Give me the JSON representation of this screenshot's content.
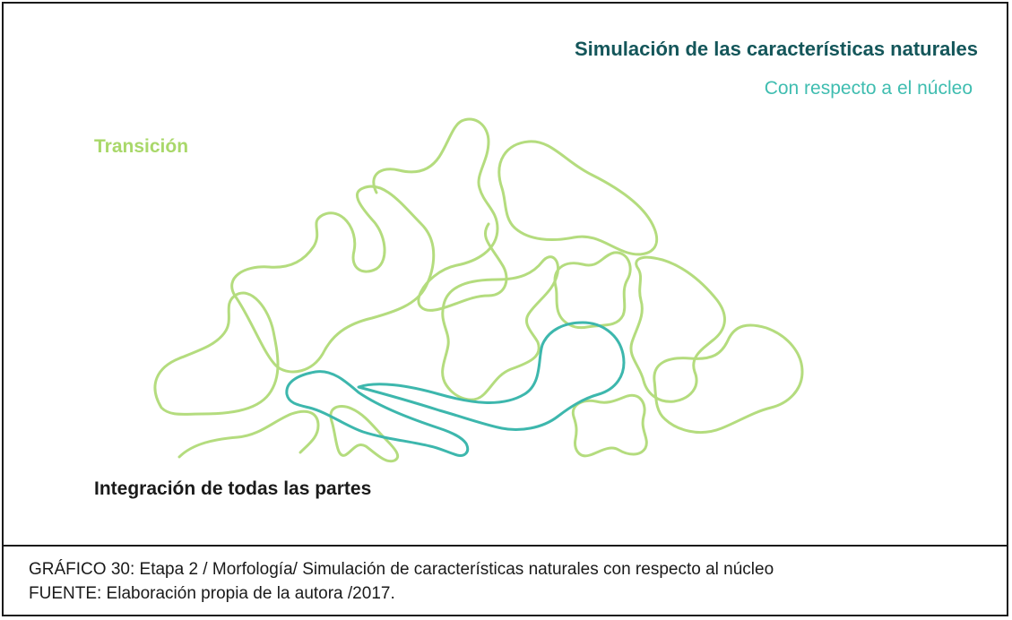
{
  "diagram": {
    "title": "Simulación de las características naturales",
    "subtitle": "Con respecto a el núcleo",
    "label_top": "Transición",
    "label_bottom": "Integración de todas las partes",
    "colors": {
      "title": "#14565a",
      "subtitle": "#3fbdb0",
      "green_shapes": "#b4dc7e",
      "teal_shapes": "#3db7ad",
      "label_top": "#a9d86a"
    }
  },
  "caption": {
    "line1": "GRÁFICO 30: Etapa  2 / Morfología/ Simulación de características naturales con respecto al núcleo",
    "line2": "FUENTE:  Elaboración propia de la autora /2017."
  }
}
